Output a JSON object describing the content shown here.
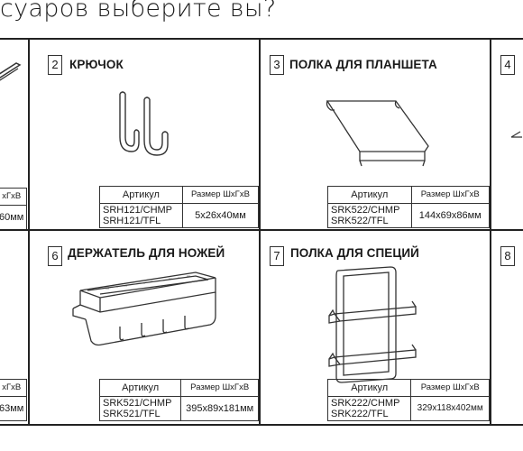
{
  "heading": "суаров выберите вы?",
  "items": [
    {
      "number": "2",
      "title": "КРЮЧОК",
      "icon": "hook-icon",
      "table_headers": [
        "Артикул",
        "Размер ШхГхВ"
      ],
      "article_lines": [
        "SRH121/CHMP",
        "SRH121/TFL"
      ],
      "size": "5x26x40мм"
    },
    {
      "number": "3",
      "title": "ПОЛКА ДЛЯ ПЛАНШЕТА",
      "icon": "tablet-shelf-icon",
      "table_headers": [
        "Артикул",
        "Размер ШхГхВ"
      ],
      "article_lines": [
        "SRK522/CHMP",
        "SRK522/TFL"
      ],
      "size": "144x69x86мм"
    },
    {
      "number": "6",
      "title": "ДЕРЖАТЕЛЬ ДЛЯ НОЖЕЙ",
      "icon": "knife-holder-icon",
      "table_headers": [
        "Артикул",
        "Размер ШхГхВ"
      ],
      "article_lines": [
        "SRK521/CHMP",
        "SRK521/TFL"
      ],
      "size": "395x89x181мм"
    },
    {
      "number": "7",
      "title": "ПОЛКА ДЛЯ СПЕЦИЙ",
      "icon": "spice-shelf-icon",
      "table_headers": [
        "Артикул",
        "Размер ШхГхВ"
      ],
      "article_lines": [
        "SRK222/CHMP",
        "SRK222/TFL"
      ],
      "size": "329x118x402мм"
    }
  ],
  "fragments": {
    "left_top_header": "хГхВ",
    "left_top_size": "60мм",
    "left_bottom_header": "хГхВ",
    "left_bottom_size": "63мм",
    "right_top_number": "4",
    "right_bottom_number": "8"
  }
}
